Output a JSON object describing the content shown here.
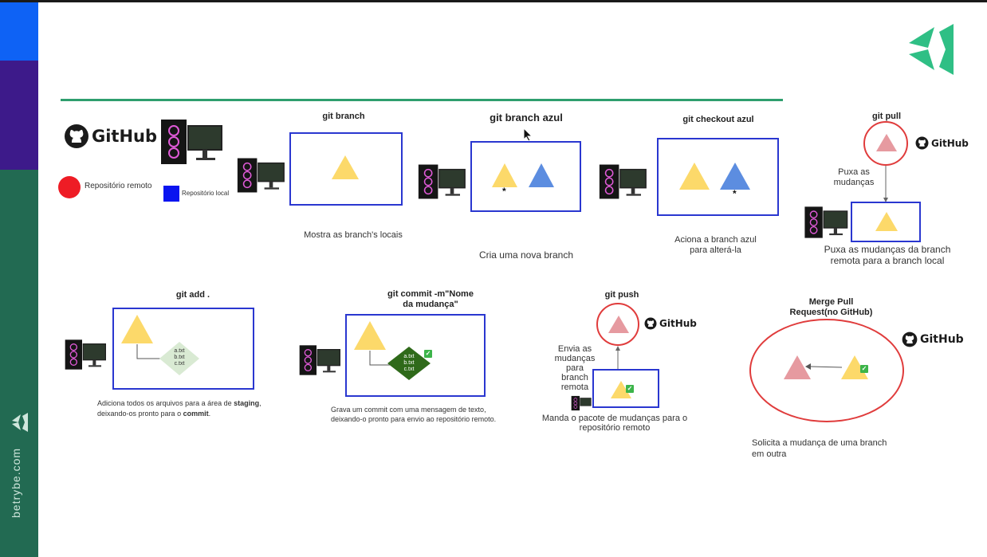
{
  "brand": {
    "side_text": "betrybe.com"
  },
  "legend": {
    "github": "GitHub",
    "remote_label": "Repositório remoto",
    "local_label": "Repositório local",
    "remote_color": "#ee1c25",
    "local_color": "#0a14f0"
  },
  "colors": {
    "yellow": "#fcd96a",
    "blue_tri": "#5c8de0",
    "pink_tri": "#e69aa0",
    "box_border": "#2a37d0",
    "circle_border": "#e03c3c",
    "accent_green": "#2e9e6e",
    "commit_green": "#2f6a1a",
    "staging_green": "#d9ead3"
  },
  "panels": {
    "git_branch": {
      "title": "git branch",
      "caption": "Mostra as branch's locais"
    },
    "git_branch_azul": {
      "title": "git branch azul",
      "caption": "Cria uma nova branch",
      "star": "*"
    },
    "git_checkout": {
      "title": "git checkout azul",
      "caption_line1": "Aciona a branch azul",
      "caption_line2": "para alterá-la",
      "star": "*"
    },
    "git_pull": {
      "title": "git pull",
      "github": "GitHub",
      "arrow_line1": "Puxa as",
      "arrow_line2": "mudanças",
      "caption_line1": "Puxa as mudanças da branch",
      "caption_line2": "remota para a branch local"
    },
    "git_add": {
      "title": "git add .",
      "files": [
        "a.txt",
        "b.txt",
        "c.txt"
      ],
      "caption_pre": "Adiciona todos os arquivos para a área de ",
      "caption_bold": "staging",
      "caption_mid": ",",
      "caption_line2_pre": "deixando-os pronto para o ",
      "caption_line2_bold": "commit",
      "caption_line2_post": "."
    },
    "git_commit": {
      "title_line1": "git commit -m\"Nome",
      "title_line2": "da mudança\"",
      "files": [
        "a.txt",
        "b.txt",
        "c.txt"
      ],
      "check": "✓",
      "caption_line1": "Grava um commit com uma mensagem de texto,",
      "caption_line2": "deixando-o pronto para envio ao repositório remoto."
    },
    "git_push": {
      "title": "git push",
      "github": "GitHub",
      "arrow_lines": [
        "Envia as",
        "mudanças",
        "para",
        "branch",
        "remota"
      ],
      "check": "✓",
      "caption_line1": "Manda o pacote de mudanças para o",
      "caption_line2": "repositório remoto"
    },
    "merge": {
      "title_line1": "Merge Pull",
      "title_line2": "Request(no GitHub)",
      "github": "GitHub",
      "check": "✓",
      "caption_line1": "Solicita a mudança de uma branch",
      "caption_line2": "em outra"
    }
  }
}
